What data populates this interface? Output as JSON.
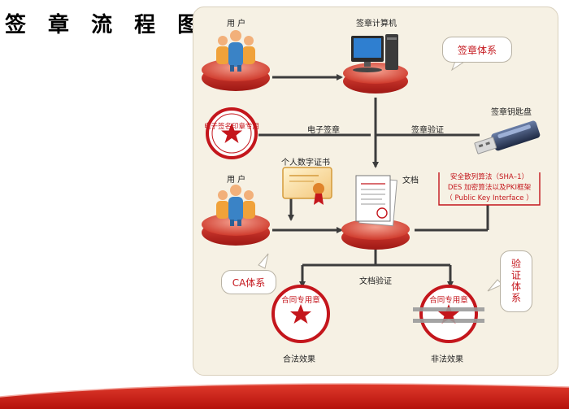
{
  "title": "签 章 流 程 图",
  "labels": {
    "user_top": "用 户",
    "computer": "签章计算机",
    "system_bubble": "签章体系",
    "key_disk": "签章钥匙盘",
    "e_signature": "电子签章",
    "sign_verify": "签章验证",
    "personal_cert": "个人数字证书",
    "user_bottom": "用 户",
    "document": "文档",
    "algo_line1": "安全散列算法（SHA–1）",
    "algo_line2": "DES 加密算法以及PKI框架",
    "algo_line3": "（ Public Key Interface ）",
    "ca_bubble": "CA体系",
    "doc_verify": "文档验证",
    "verify_bubble": "验证体系",
    "legal": "合法效果",
    "illegal": "非法效果"
  },
  "stamps": {
    "e_seal_text": "电子签名印章专用",
    "seal_left_text": "合同专用章",
    "seal_right_text": "合同专用章"
  },
  "colors": {
    "accent_red": "#c4161c",
    "arrow_gray": "#3c3c3c",
    "panel_bg": "#f6f1e4"
  }
}
